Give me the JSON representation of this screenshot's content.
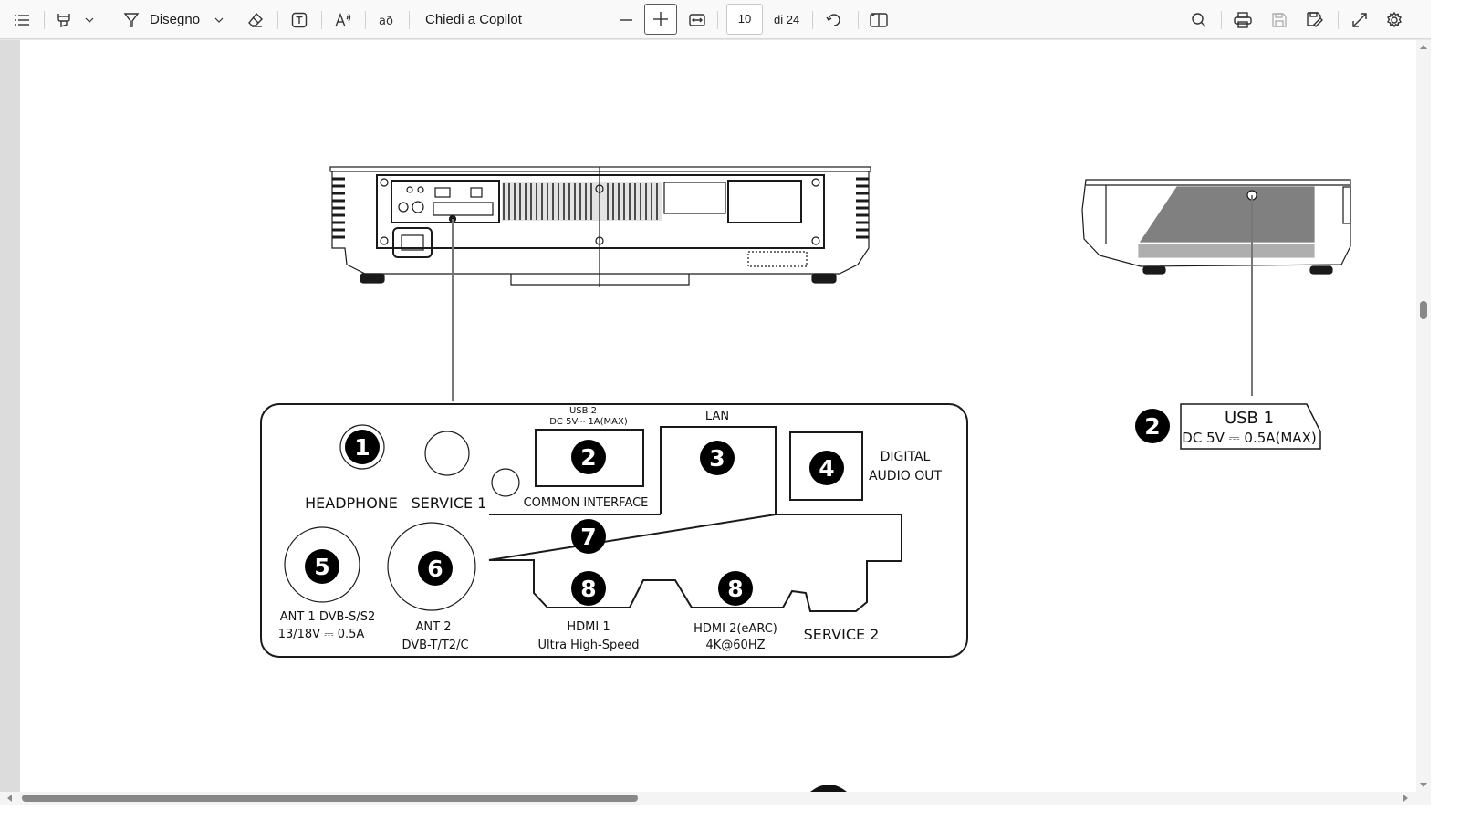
{
  "toolbar": {
    "draw_label": "Disegno",
    "copilot_label": "Chiedi a Copilot",
    "page_current": "10",
    "page_total": "di 24"
  },
  "diagram": {
    "labels": {
      "usb2_top": "USB 2",
      "usb2_power": "DC 5V⎓ 1A(MAX)",
      "lan": "LAN",
      "headphone": "HEADPHONE",
      "service1": "SERVICE 1",
      "common_interface": "COMMON INTERFACE",
      "digital_audio_1": "DIGITAL",
      "digital_audio_2": "AUDIO OUT",
      "ant1_1": "ANT 1 DVB-S/S2",
      "ant1_2": "13/18V ⎓ 0.5A",
      "ant2_1": "ANT 2",
      "ant2_2": "DVB-T/T2/C",
      "hdmi1_1": "HDMI 1",
      "hdmi1_2": "Ultra High-Speed",
      "hdmi2_1": "HDMI 2(eARC)",
      "hdmi2_2": "4K@60HZ",
      "service2": "SERVICE 2",
      "usb1_title": "USB 1",
      "usb1_power": "DC 5V ⎓ 0.5A(MAX)"
    },
    "numbers": {
      "n1": "1",
      "n2": "2",
      "n3": "3",
      "n4": "4",
      "n5": "5",
      "n6": "6",
      "n7": "7",
      "n8a": "8",
      "n8b": "8",
      "n2side": "2"
    }
  }
}
